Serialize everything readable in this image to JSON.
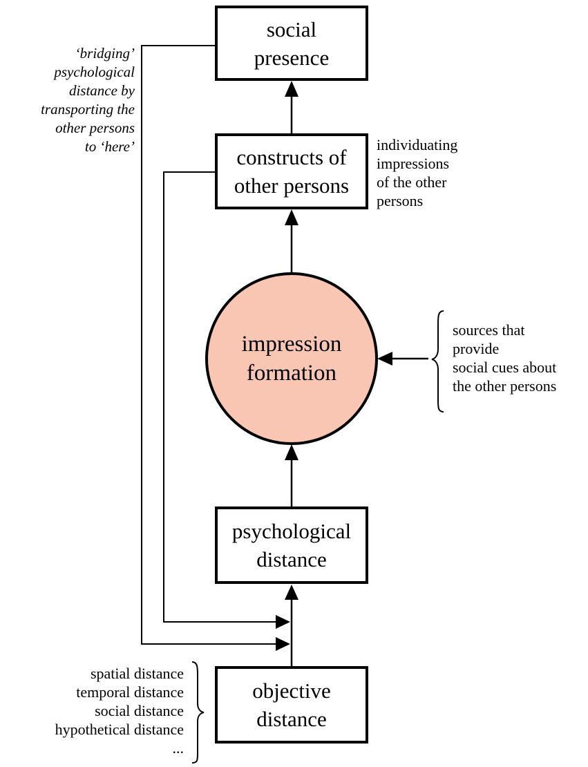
{
  "nodes": {
    "social_presence": {
      "lines": [
        "social",
        "presence"
      ]
    },
    "construals": {
      "lines": [
        "constructs of",
        "other persons"
      ]
    },
    "impression": {
      "lines": [
        "impression",
        "formation"
      ],
      "fill": "#f9c6b3"
    },
    "psych_distance": {
      "lines": [
        "psychological",
        "distance"
      ]
    },
    "objective_distance": {
      "lines": [
        "objective",
        "distance"
      ]
    }
  },
  "notes": {
    "bridging": {
      "lines": [
        "‘bridging’",
        "psychological",
        "distance by",
        "transporting the",
        "other persons",
        "to ‘here’"
      ]
    },
    "individuating": {
      "lines": [
        "individuating",
        "impressions",
        "of the other",
        "persons"
      ]
    },
    "sources": {
      "lines": [
        "sources that",
        "provide",
        "social cues about",
        "the other persons"
      ]
    },
    "distances": {
      "lines": [
        "spatial distance",
        "temporal distance",
        "social distance",
        "hypothetical distance",
        "..."
      ]
    }
  }
}
